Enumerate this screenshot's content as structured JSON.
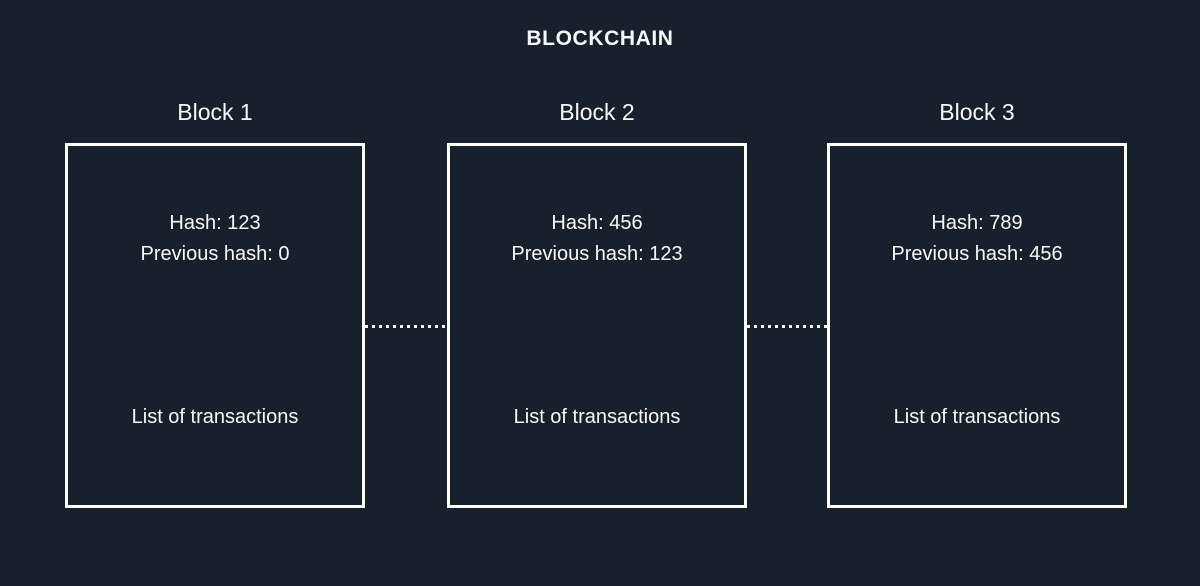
{
  "title": "BLOCKCHAIN",
  "colors": {
    "background": "#17202b",
    "foreground": "#ffffff",
    "block_border": "#ffffff",
    "connector": "#ffffff"
  },
  "blocks": [
    {
      "label": "Block 1",
      "hash": "Hash: 123",
      "previous_hash": "Previous hash: 0",
      "transactions": "List of transactions"
    },
    {
      "label": "Block 2",
      "hash": "Hash: 456",
      "previous_hash": "Previous hash: 123",
      "transactions": "List of transactions"
    },
    {
      "label": "Block 3",
      "hash": "Hash: 789",
      "previous_hash": "Previous hash: 456",
      "transactions": "List of transactions"
    }
  ],
  "connectors": [
    {
      "from": "Block 1",
      "to": "Block 2",
      "style": "dashed"
    },
    {
      "from": "Block 2",
      "to": "Block 3",
      "style": "dashed"
    }
  ]
}
